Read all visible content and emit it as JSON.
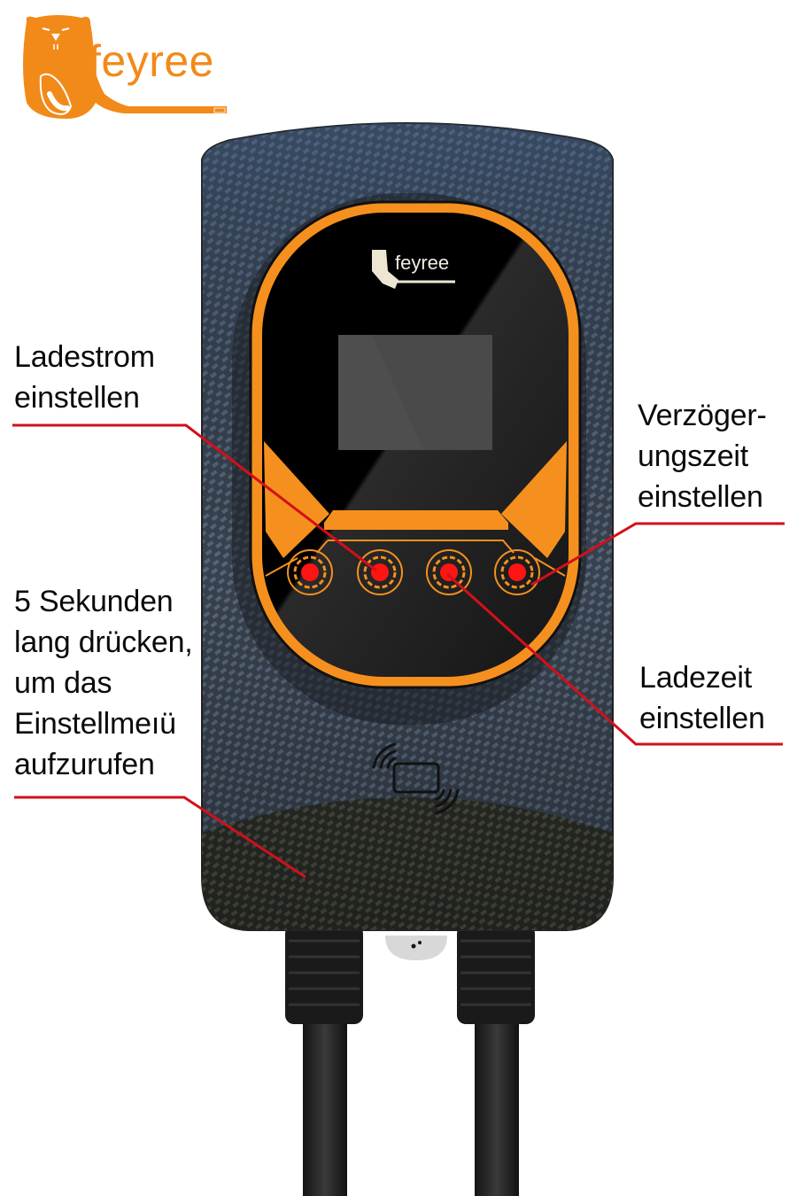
{
  "brand": {
    "name": "feyree",
    "logo_icon": "beaver-holding-plug-icon",
    "color": "#f28a1a",
    "device_badge_text": "feyree"
  },
  "device": {
    "type": "wall-mounted EV charger",
    "body_color": "#3b4452",
    "accent_color": "#f5901e",
    "button_color": "#ff1a1a",
    "buttons_count": 4,
    "icons": {
      "display": "lcd-screen",
      "rfid": "rfid-card-reader-icon",
      "cables": "cable-glands"
    }
  },
  "callouts": {
    "line_color": "#d2101a",
    "items": [
      {
        "id": "charge-current",
        "lines": [
          "Ladestrom",
          "einstellen"
        ],
        "target_button": 2
      },
      {
        "id": "delay-time",
        "lines": [
          "Verzöger-",
          "ungszeit",
          "einstellen"
        ],
        "target_button": 4
      },
      {
        "id": "settings-menu",
        "lines": [
          "5 Sekunden",
          "lang drücken,",
          "um das",
          "Einstellmeıü",
          "aufzurufen"
        ],
        "target_button": 1
      },
      {
        "id": "charge-time",
        "lines": [
          "Ladezeit",
          "einstellen"
        ],
        "target_button": 3
      }
    ]
  }
}
